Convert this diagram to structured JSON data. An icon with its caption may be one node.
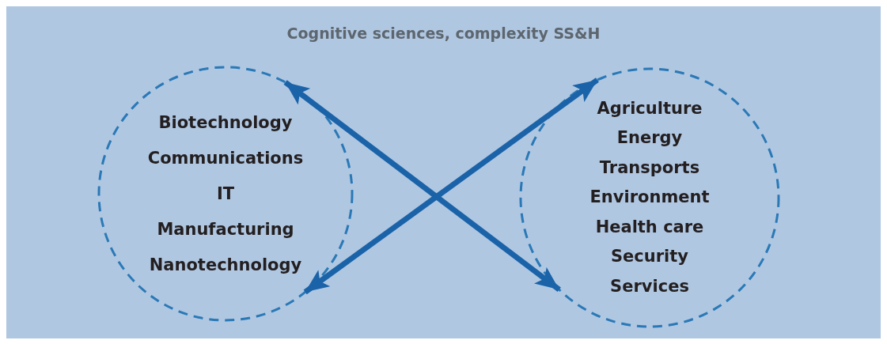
{
  "diagram": {
    "title": "Cognitive sciences, complexity SS&H",
    "nodes": [
      {
        "text": [
          "Biotechnology",
          "Communications",
          "IT",
          "Manufacturing",
          "Nanotechnology"
        ]
      },
      {
        "text": [
          "Agriculture",
          "Energy",
          "Transports",
          "Environment",
          "Health care",
          "Security",
          "Services"
        ]
      }
    ],
    "edges": [
      {
        "from": 0,
        "to": 1,
        "arrow": "both"
      },
      {
        "from": 0,
        "to": 1,
        "arrow": "both"
      }
    ]
  }
}
